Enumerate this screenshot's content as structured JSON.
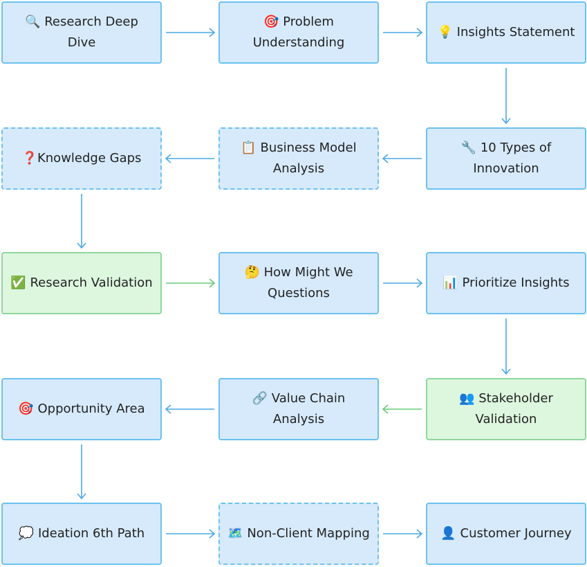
{
  "nodes": [
    {
      "id": "research-deep-dive",
      "label": "🔍 Research Deep Dive",
      "style": "blue"
    },
    {
      "id": "problem-understanding",
      "label": "🎯 Problem Understanding",
      "style": "blue"
    },
    {
      "id": "insights-statement",
      "label": "💡 Insights Statement",
      "style": "blue"
    },
    {
      "id": "knowledge-gaps",
      "label": "❓Knowledge Gaps",
      "style": "dashed"
    },
    {
      "id": "business-model-analysis",
      "label": "📋 Business Model Analysis",
      "style": "dashed"
    },
    {
      "id": "ten-types-innovation",
      "label": "🔧 10 Types of Innovation",
      "style": "blue"
    },
    {
      "id": "research-validation",
      "label": "✅ Research Validation",
      "style": "green"
    },
    {
      "id": "how-might-we",
      "label": "🤔 How Might We Questions",
      "style": "blue"
    },
    {
      "id": "prioritize-insights",
      "label": "📊 Prioritize Insights",
      "style": "blue"
    },
    {
      "id": "opportunity-area",
      "label": "🎯 Opportunity Area",
      "style": "blue"
    },
    {
      "id": "value-chain-analysis",
      "label": "🔗 Value Chain Analysis",
      "style": "blue"
    },
    {
      "id": "stakeholder-validation",
      "label": "👥 Stakeholder Validation",
      "style": "green"
    },
    {
      "id": "ideation-6th-path",
      "label": "💭 Ideation 6th Path",
      "style": "blue"
    },
    {
      "id": "non-client-mapping",
      "label": "🗺️ Non-Client Mapping",
      "style": "dashed"
    },
    {
      "id": "customer-journey",
      "label": "👤 Customer Journey",
      "style": "blue"
    }
  ],
  "edges": [
    {
      "from": "research-deep-dive",
      "to": "problem-understanding",
      "color": "#4aa8e8"
    },
    {
      "from": "problem-understanding",
      "to": "insights-statement",
      "color": "#4aa8e8"
    },
    {
      "from": "insights-statement",
      "to": "ten-types-innovation",
      "color": "#4aa8e8"
    },
    {
      "from": "ten-types-innovation",
      "to": "business-model-analysis",
      "color": "#4aa8e8"
    },
    {
      "from": "business-model-analysis",
      "to": "knowledge-gaps",
      "color": "#4aa8e8"
    },
    {
      "from": "knowledge-gaps",
      "to": "research-validation",
      "color": "#4aa8e8"
    },
    {
      "from": "research-validation",
      "to": "how-might-we",
      "color": "#66cc77"
    },
    {
      "from": "how-might-we",
      "to": "prioritize-insights",
      "color": "#4aa8e8"
    },
    {
      "from": "prioritize-insights",
      "to": "stakeholder-validation",
      "color": "#4aa8e8"
    },
    {
      "from": "stakeholder-validation",
      "to": "value-chain-analysis",
      "color": "#66cc77"
    },
    {
      "from": "value-chain-analysis",
      "to": "opportunity-area",
      "color": "#4aa8e8"
    },
    {
      "from": "opportunity-area",
      "to": "ideation-6th-path",
      "color": "#4aa8e8"
    },
    {
      "from": "ideation-6th-path",
      "to": "non-client-mapping",
      "color": "#4aa8e8"
    },
    {
      "from": "non-client-mapping",
      "to": "customer-journey",
      "color": "#4aa8e8"
    }
  ]
}
